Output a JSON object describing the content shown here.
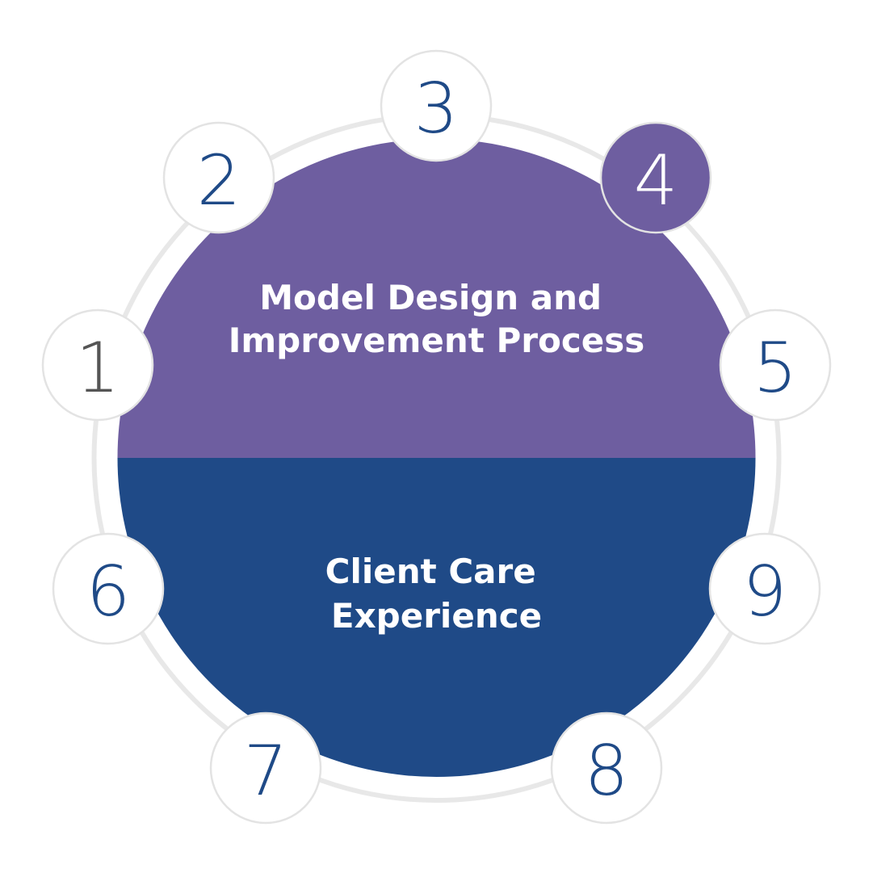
{
  "colors": {
    "top_half": "#6e5ea0",
    "bottom_half": "#1f4a87",
    "ring": "#e8e8e8",
    "circle_fill": "#ffffff",
    "number_default": "#1f4a87",
    "number_step1": "#555555",
    "number_highlight": "#ffffff"
  },
  "top_half_label": {
    "line1": "Model Design and",
    "line2": "Improvement Process"
  },
  "bottom_half_label": {
    "line1": "Client Care",
    "line2": "Experience"
  },
  "steps": [
    {
      "number": "1",
      "highlighted": false
    },
    {
      "number": "2",
      "highlighted": false
    },
    {
      "number": "3",
      "highlighted": false
    },
    {
      "number": "4",
      "highlighted": true
    },
    {
      "number": "5",
      "highlighted": false
    },
    {
      "number": "6",
      "highlighted": false
    },
    {
      "number": "7",
      "highlighted": false
    },
    {
      "number": "8",
      "highlighted": false
    },
    {
      "number": "9",
      "highlighted": false
    }
  ]
}
